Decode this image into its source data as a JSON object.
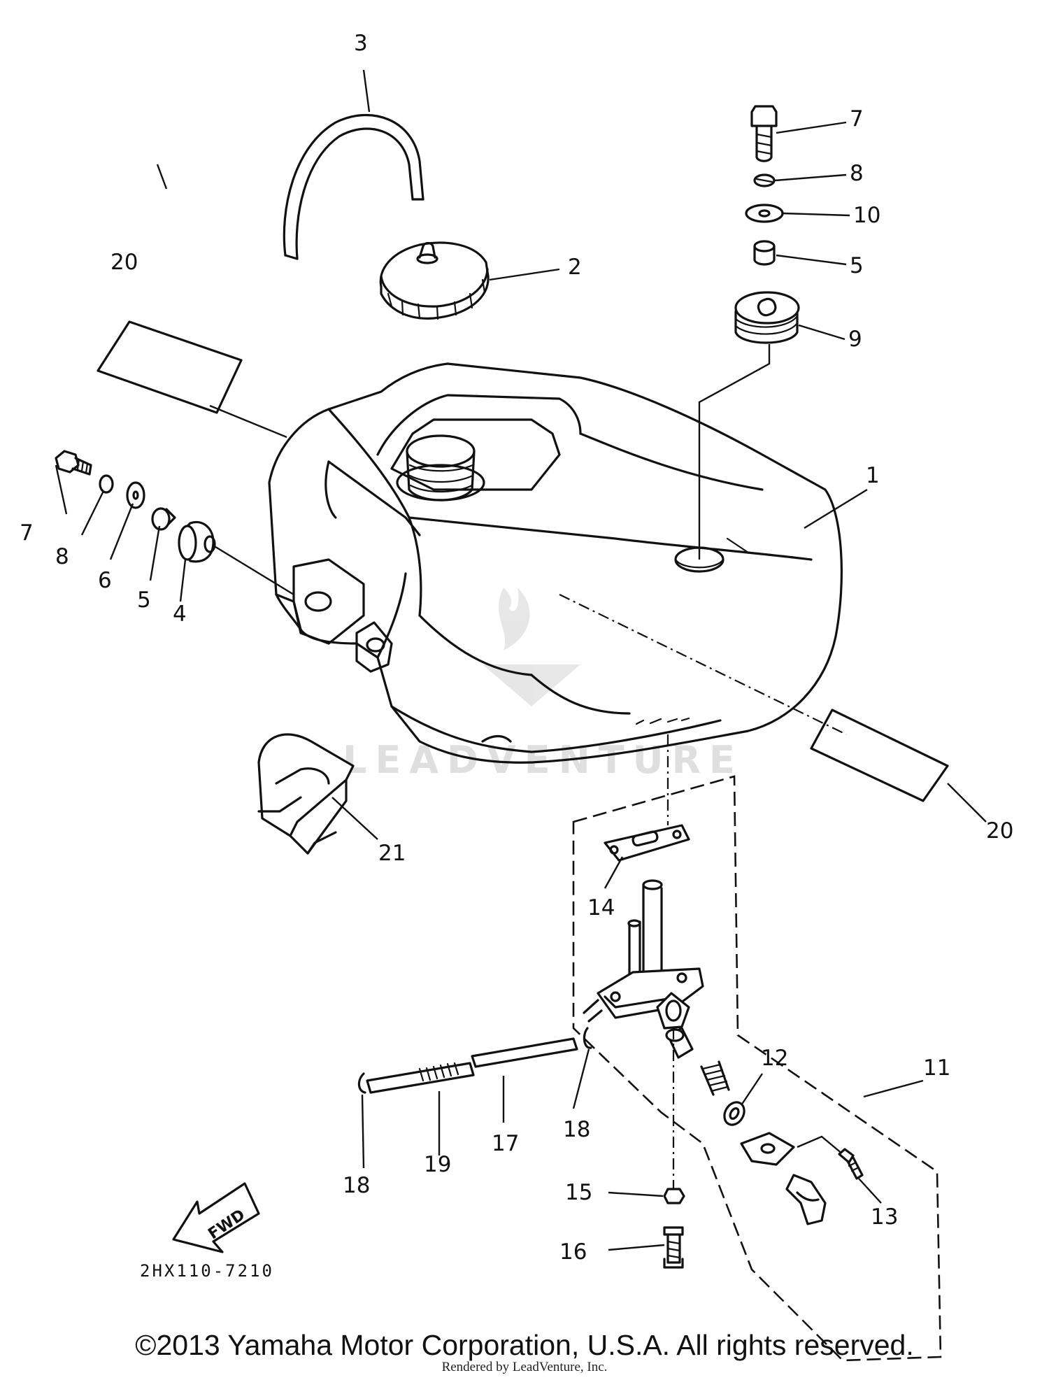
{
  "part_labels": {
    "p1": "1",
    "p2": "2",
    "p3": "3",
    "p4": "4",
    "p5a": "5",
    "p5b": "5",
    "p6": "6",
    "p7a": "7",
    "p7b": "7",
    "p8a": "8",
    "p8b": "8",
    "p9": "9",
    "p10": "10",
    "p11": "11",
    "p12": "12",
    "p13": "13",
    "p14": "14",
    "p15": "15",
    "p16": "16",
    "p17": "17",
    "p18a": "18",
    "p18b": "18",
    "p19": "19",
    "p20a": "20",
    "p20b": "20",
    "p21": "21"
  },
  "fwd_label": "FWD",
  "ref_code": "2HX110-7210",
  "watermark": "LEADVENTURE",
  "copyright": "©2013 Yamaha Motor Corporation, U.S.A. All rights reserved.",
  "rendered_by": "Rendered by LeadVenture, Inc."
}
